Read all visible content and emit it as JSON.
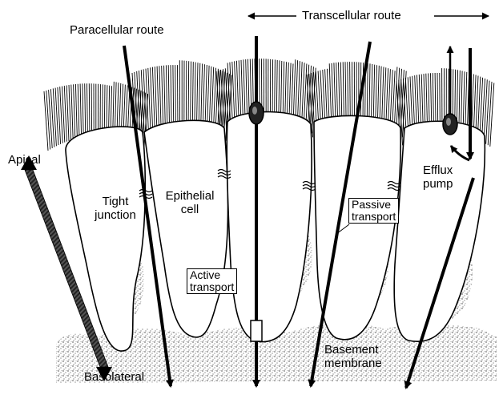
{
  "labels": {
    "paracellular": "Paracellular route",
    "transcellular": "Transcellular route",
    "apical": "Apical",
    "basolateral": "Basolateral",
    "tight_junction": [
      "Tight",
      "junction"
    ],
    "epithelial_cell": [
      "Epithelial",
      "cell"
    ],
    "efflux_pump": [
      "Efflux",
      "pump"
    ],
    "passive_transport": [
      "Passive",
      "transport"
    ],
    "active_transport": [
      "Active",
      "transport"
    ],
    "basement_membrane": [
      "Basement",
      "membrane"
    ]
  },
  "colors": {
    "ink": "#000000",
    "cell_fill": "#ffffff",
    "stipple": "#9a9a9a"
  }
}
